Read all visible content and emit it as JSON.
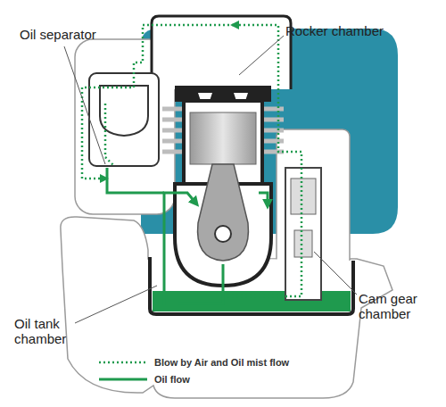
{
  "diagram": {
    "labels": [
      "Oil separator",
      "Rocker chamber",
      "Oil tank chamber",
      "Cam gear chamber"
    ],
    "legend": [
      {
        "text": "Blow by Air and Oil mist flow"
      },
      {
        "text": "Oil flow"
      }
    ]
  }
}
